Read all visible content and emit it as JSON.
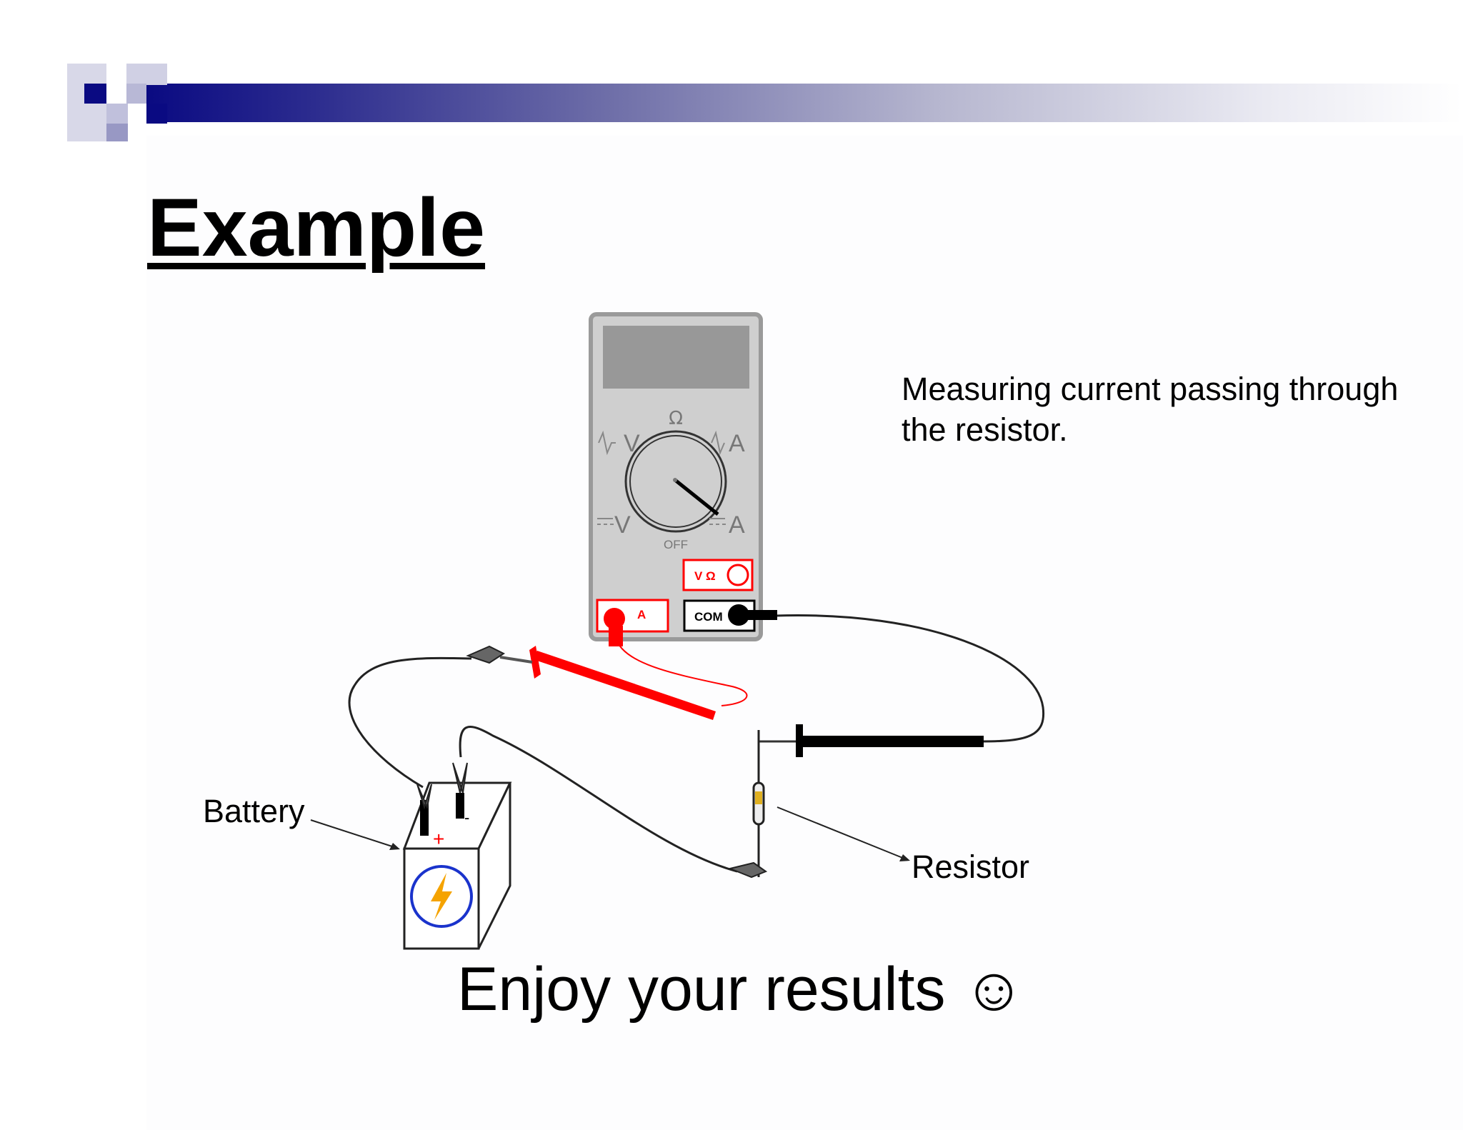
{
  "slide": {
    "title": "Example",
    "caption": "Measuring current passing through the resistor.",
    "footer": "Enjoy your results ☺"
  },
  "labels": {
    "battery": "Battery",
    "resistor": "Resistor"
  },
  "multimeter": {
    "dial_labels": {
      "ohm": "Ω",
      "ac_volts": "V",
      "ac_amps": "A",
      "dc_volts": "V",
      "dc_amps": "A",
      "off": "OFF"
    },
    "jacks": {
      "v_ohm": "V Ω",
      "amps": "A",
      "common": "COM"
    }
  },
  "battery": {
    "plus": "+",
    "minus": "-"
  },
  "colors": {
    "header_dark": "#0a0a82",
    "probe_red": "#ff0000",
    "probe_black": "#000000",
    "battery_symbol_ring": "#1a33cc",
    "battery_bolt": "#f5a300"
  }
}
